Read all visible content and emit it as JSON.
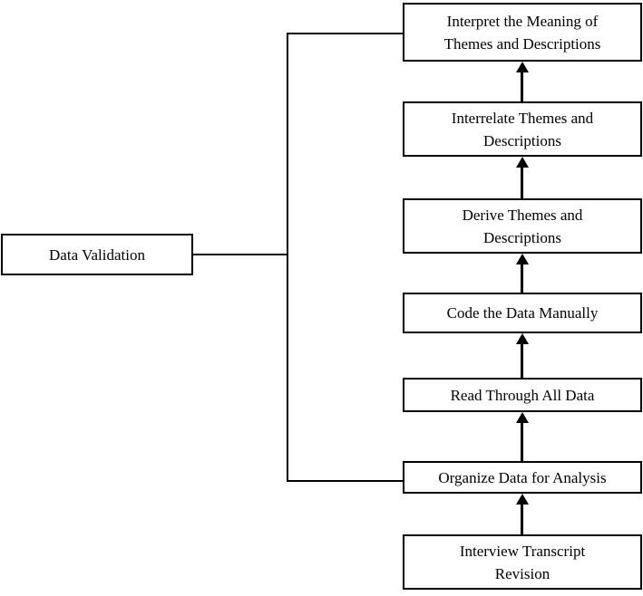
{
  "diagram": {
    "type": "flowchart",
    "flow_direction": "bottom-to-top",
    "side_box": {
      "label": "Data Validation"
    },
    "steps": [
      {
        "label": "Interpret the Meaning of Themes and Descriptions",
        "lines": [
          "Interpret the Meaning of",
          "Themes and Descriptions"
        ]
      },
      {
        "label": "Interrelate Themes and Descriptions",
        "lines": [
          "Interrelate Themes and",
          "Descriptions"
        ]
      },
      {
        "label": "Derive Themes and Descriptions",
        "lines": [
          "Derive Themes and",
          "Descriptions"
        ]
      },
      {
        "label": "Code the Data Manually",
        "lines": [
          "Code the Data Manually"
        ]
      },
      {
        "label": "Read Through All Data",
        "lines": [
          "Read Through All Data"
        ]
      },
      {
        "label": "Organize Data for Analysis",
        "lines": [
          "Organize Data for Analysis"
        ]
      },
      {
        "label": "Interview Transcript Revision",
        "lines": [
          "Interview Transcript",
          "Revision"
        ]
      }
    ],
    "edges": [
      {
        "from": "Interview Transcript Revision",
        "to": "Organize Data for Analysis",
        "style": "arrow-up"
      },
      {
        "from": "Organize Data for Analysis",
        "to": "Read Through All Data",
        "style": "arrow-up"
      },
      {
        "from": "Read Through All Data",
        "to": "Code the Data Manually",
        "style": "arrow-up"
      },
      {
        "from": "Code the Data Manually",
        "to": "Derive Themes and Descriptions",
        "style": "arrow-up"
      },
      {
        "from": "Derive Themes and Descriptions",
        "to": "Interrelate Themes and Descriptions",
        "style": "arrow-up"
      },
      {
        "from": "Interrelate Themes and Descriptions",
        "to": "Interpret the Meaning of Themes and Descriptions",
        "style": "arrow-up"
      },
      {
        "from": "Data Validation",
        "to": "Interpret the Meaning of Themes and Descriptions",
        "style": "plain-line-bracket"
      },
      {
        "from": "Data Validation",
        "to": "Organize Data for Analysis",
        "style": "plain-line-bracket"
      }
    ],
    "colors": {
      "line": "#000000",
      "border": "#000000",
      "background": "#ffffff",
      "text": "#000000"
    }
  }
}
